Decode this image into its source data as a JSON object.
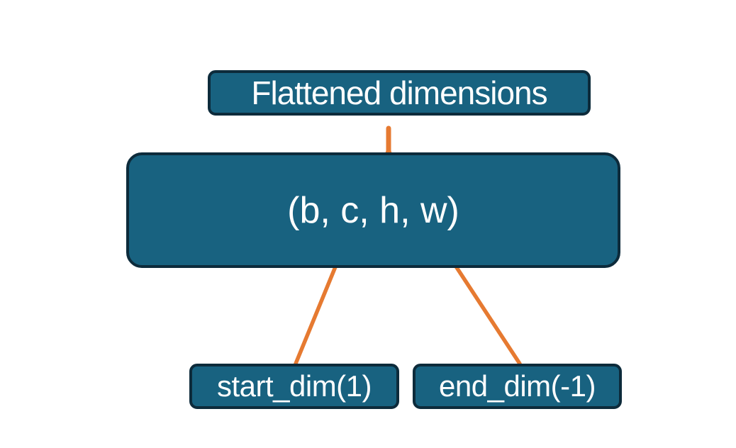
{
  "diagram": {
    "background": "#FFFFFF",
    "colors": {
      "node_fill": "#186280",
      "node_border": "#0D2B3B",
      "connector": "#E67A31",
      "label_text": "#FFFFFF"
    },
    "nodes": {
      "flattened": {
        "label": "Flattened dimensions"
      },
      "tensor": {
        "label": "(b, c, h, w)"
      },
      "start_dim": {
        "label": "start_dim(1)"
      },
      "end_dim": {
        "label": "end_dim(-1)"
      }
    },
    "connectors": {
      "brace": "curly-brace-up",
      "start_arrow": "arrow-up-to-c",
      "end_arrow": "arrow-up-to-w"
    }
  }
}
